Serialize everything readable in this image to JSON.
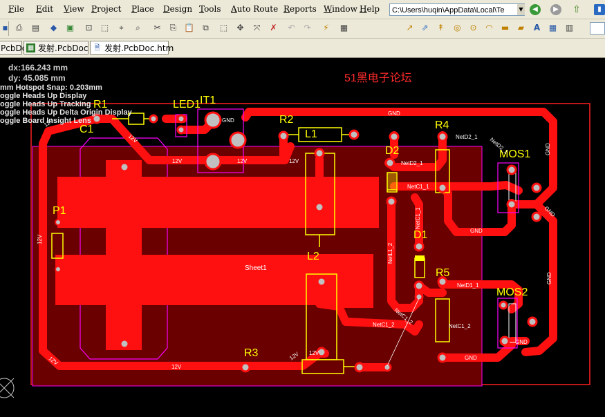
{
  "menu": [
    "File",
    "Edit",
    "View",
    "Project",
    "Place",
    "Design",
    "Tools",
    "Auto Route",
    "Reports",
    "Window",
    "Help"
  ],
  "path": "C:\\Users\\huqin\\AppData\\Local\\Te",
  "tabs": [
    {
      "label": "PcbDoc"
    },
    {
      "label": "发射.PcbDoc"
    },
    {
      "label": "发射.PcbDoc.htm"
    }
  ],
  "hud": {
    "dx": "dx:166.243 mm",
    "dy": "dy: 45.085  mm",
    "snap": "mm Hotspot Snap: 0.203mm",
    "toggle1": "oggle Heads Up Display",
    "toggle2": "oggle Heads Up Tracking",
    "toggle3": "oggle Heads Up Delta Origin Display",
    "toggle4": "oggle Board Insight Lens"
  },
  "watermark": "51黑电子论坛",
  "components": {
    "r1": "R1",
    "c1": "C1",
    "led1": "LED1",
    "it1": "IT1",
    "r2": "R2",
    "l1": "L1",
    "d2": "D2",
    "r4": "R4",
    "mos1": "MOS1",
    "p1": "P1",
    "d1": "D1",
    "l2": "L2",
    "r5": "R5",
    "mos2": "MOS2",
    "r3": "R3"
  },
  "nets": {
    "gnd": "GND",
    "v12": "12V",
    "sheet": "Sheet1",
    "netd2_1": "NetD2_1",
    "netc1_1": "NetC1_1",
    "netc1_2": "NetC1_2",
    "netd1_1": "NetD1_1",
    "netl1_2": "NetL1_2"
  },
  "colors": {
    "copper": "#ff0000",
    "overlay": "#ffff00",
    "keepout": "#ff00ff",
    "board": "#6a0000",
    "background": "#000000"
  }
}
